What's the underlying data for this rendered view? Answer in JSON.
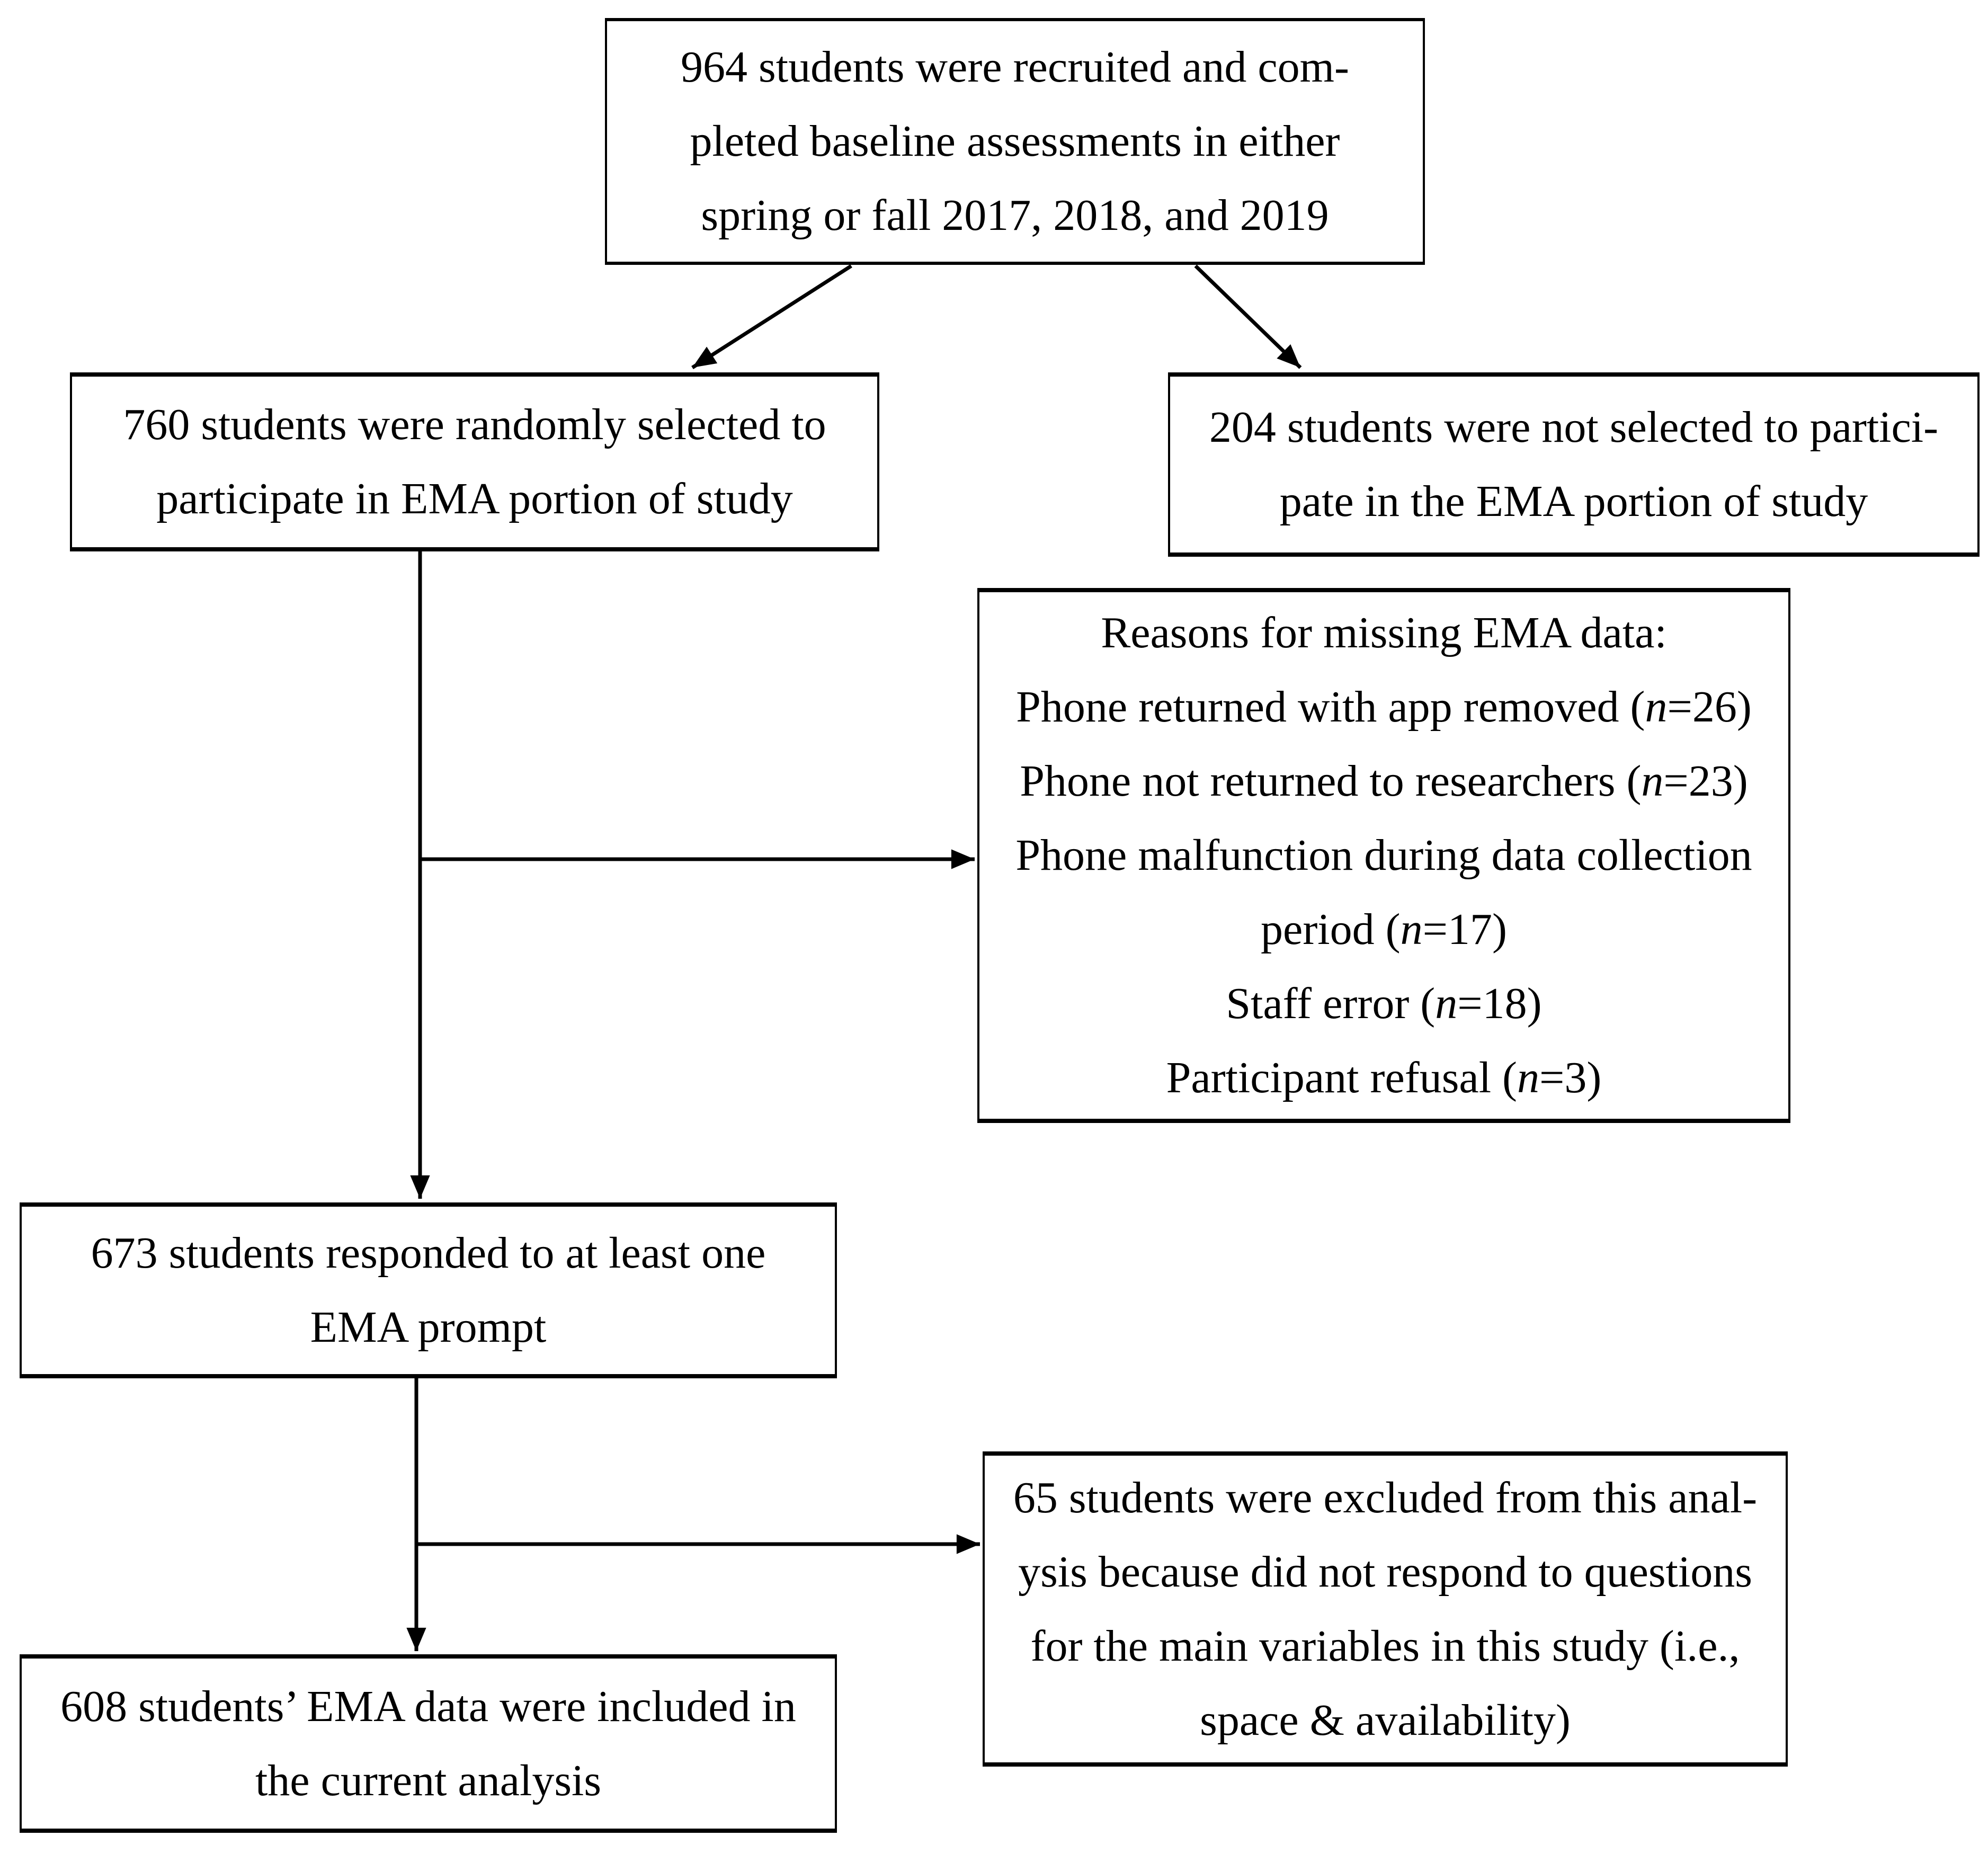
{
  "figure": {
    "type": "participant-flow-diagram",
    "background_color": "#ffffff",
    "line_color": "#000000",
    "text_color": "#000000",
    "boxes": {
      "recruited": {
        "lines": [
          "964 students were recruited and com-",
          "pleted baseline assessments in either",
          "spring or fall 2017, 2018, and 2019"
        ]
      },
      "randomly_selected": {
        "lines": [
          "760 students were randomly selected to",
          "participate in EMA portion of study"
        ]
      },
      "not_selected": {
        "lines": [
          "204 students were not selected to partici-",
          "pate in the EMA portion of study"
        ]
      },
      "missing_reasons": {
        "lines": [
          "Reasons for missing EMA data:",
          "Phone returned with app removed (n=26)",
          "Phone not returned to researchers (n=23)",
          "Phone malfunction during data collection",
          "period (n=17)",
          "Staff error (n=18)",
          "Participant refusal (n=3)"
        ]
      },
      "responded": {
        "lines": [
          "673 students responded to at least one",
          "EMA prompt"
        ]
      },
      "excluded": {
        "lines": [
          "65 students were excluded from this anal-",
          "ysis because did not respond to questions",
          "for the main variables in this study (i.e.,",
          "space & availability)"
        ]
      },
      "included": {
        "lines": [
          "608 students’ EMA data were included in",
          "the current analysis"
        ]
      }
    }
  }
}
